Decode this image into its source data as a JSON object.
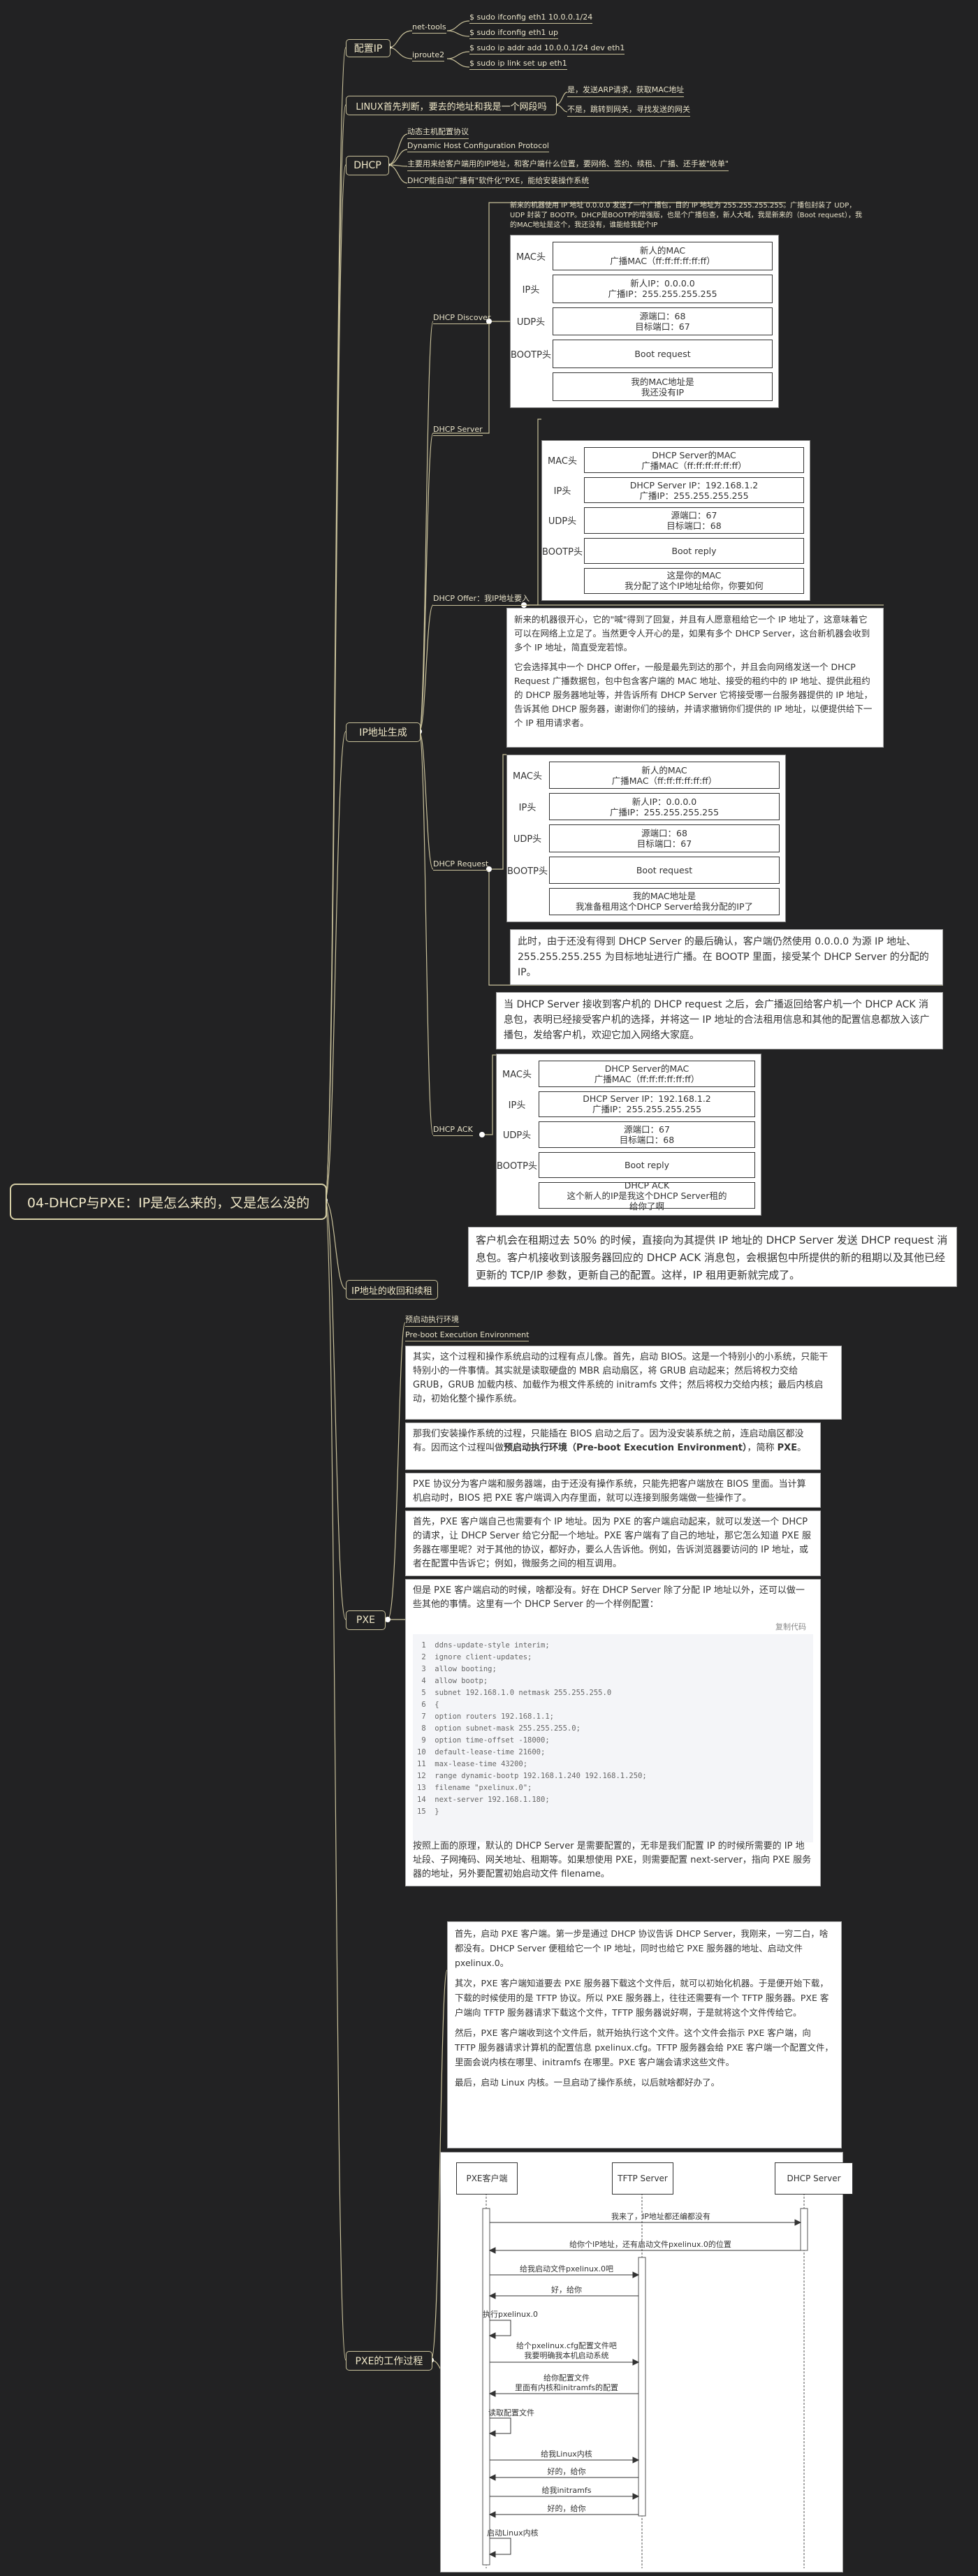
{
  "root": "04-DHCP与PXE：IP是怎么来的，又是怎么没的",
  "branches": {
    "config_ip": "配置IP",
    "linux_judge": "LINUX首先判断，要去的地址和我是一个网段吗",
    "dhcp": "DHCP",
    "ip_gen": "IP地址生成",
    "ip_recycle": "IP地址的收回和续租",
    "pxe": "PXE",
    "pxe_flow": "PXE的工作过程"
  },
  "config_ip": {
    "net_tools": "net-tools",
    "iproute2": "iproute2",
    "cmds": [
      "$ sudo ifconfig eth1 10.0.0.1/24",
      "$ sudo ifconfig eth1 up",
      "$ sudo ip addr add 10.0.0.1/24 dev eth1",
      "$ sudo ip link set up eth1"
    ]
  },
  "linux_judge_notes": [
    "是，发送ARP请求，获取MAC地址",
    "不是，跳转到网关，寻找发送的网关"
  ],
  "dhcp_notes": [
    "动态主机配置协议",
    "Dynamic Host Configuration Protocol",
    "主要用来给客户端用的IP地址，和客户端什么位置，要网络、签约、续租、广播、还手被\"收单\"",
    "DHCP能自动广播有\"软件化\"PXE，能给安装操作系统"
  ],
  "stages": {
    "discover": "DHCP Discover",
    "server": "DHCP Server",
    "offer": "DHCP Offer：我IP地址要入",
    "request": "DHCP Request",
    "ack": "DHCP ACK"
  },
  "discover_note": "新来的机器使用 IP 地址 0.0.0.0 发送了一个广播包，目的 IP 地址为 255.255.255.255。广播包封装了 UDP，UDP 封装了 BOOTP。DHCP是BOOTP的增强版，也是个广播包查，新人大喊，我是新来的（Boot request），我的MAC地址是这个，我还没有，谁能给我配个IP",
  "packets": {
    "discover": [
      {
        "label": "MAC头",
        "lines": [
          "新人的MAC",
          "广播MAC（ff:ff:ff:ff:ff:ff）"
        ]
      },
      {
        "label": "IP头",
        "lines": [
          "新人IP：0.0.0.0",
          "广播IP：255.255.255.255"
        ]
      },
      {
        "label": "UDP头",
        "lines": [
          "源端口：68",
          "目标端口：67"
        ]
      },
      {
        "label": "BOOTP头",
        "lines": [
          "Boot request"
        ]
      },
      {
        "label": "",
        "lines": [
          "我的MAC地址是",
          "我还没有IP"
        ]
      }
    ],
    "offer": [
      {
        "label": "MAC头",
        "lines": [
          "DHCP Server的MAC",
          "广播MAC（ff:ff:ff:ff:ff:ff）"
        ]
      },
      {
        "label": "IP头",
        "lines": [
          "DHCP Server IP：192.168.1.2",
          "广播IP：255.255.255.255"
        ]
      },
      {
        "label": "UDP头",
        "lines": [
          "源端口：67",
          "目标端口：68"
        ]
      },
      {
        "label": "BOOTP头",
        "lines": [
          "Boot reply"
        ]
      },
      {
        "label": "",
        "lines": [
          "这是你的MAC",
          "我分配了这个IP地址给你，你要如何"
        ]
      }
    ],
    "request": [
      {
        "label": "MAC头",
        "lines": [
          "新人的MAC",
          "广播MAC（ff:ff:ff:ff:ff:ff）"
        ]
      },
      {
        "label": "IP头",
        "lines": [
          "新人IP：0.0.0.0",
          "广播IP：255.255.255.255"
        ]
      },
      {
        "label": "UDP头",
        "lines": [
          "源端口：68",
          "目标端口：67"
        ]
      },
      {
        "label": "BOOTP头",
        "lines": [
          "Boot request"
        ]
      },
      {
        "label": "",
        "lines": [
          "我的MAC地址是",
          "我准备租用这个DHCP Server给我分配的IP了"
        ]
      }
    ],
    "ack": [
      {
        "label": "MAC头",
        "lines": [
          "DHCP Server的MAC",
          "广播MAC（ff:ff:ff:ff:ff:ff）"
        ]
      },
      {
        "label": "IP头",
        "lines": [
          "DHCP Server IP：192.168.1.2",
          "广播IP：255.255.255.255"
        ]
      },
      {
        "label": "UDP头",
        "lines": [
          "源端口：67",
          "目标端口：68"
        ]
      },
      {
        "label": "BOOTP头",
        "lines": [
          "Boot reply"
        ]
      },
      {
        "label": "",
        "lines": [
          "DHCP ACK",
          "这个新人的IP是我这个DHCP Server租的",
          "给你了啊"
        ]
      }
    ]
  },
  "offer_text": [
    "新来的机器很开心，它的\"喊\"得到了回复，并且有人愿意租给它一个 IP 地址了，这意味着它可以在网络上立足了。当然更令人开心的是，如果有多个 DHCP Server，这台新机器会收到多个 IP 地址，简直受宠若惊。",
    "它会选择其中一个 DHCP Offer，一般是最先到达的那个，并且会向网络发送一个 DHCP Request 广播数据包，包中包含客户端的 MAC 地址、接受的租约中的 IP 地址、提供此租约的 DHCP 服务器地址等，并告诉所有 DHCP Server 它将接受哪一台服务器提供的 IP 地址，告诉其他 DHCP 服务器，谢谢你们的接纳，并请求撤销你们提供的 IP 地址，以便提供给下一个 IP 租用请求者。"
  ],
  "request_text": "此时，由于还没有得到 DHCP Server 的最后确认，客户端仍然使用 0.0.0.0 为源 IP 地址、255.255.255.255 为目标地址进行广播。在 BOOTP 里面，接受某个 DHCP Server 的分配的 IP。",
  "ack_text": "当 DHCP Server 接收到客户机的 DHCP request 之后，会广播返回给客户机一个 DHCP ACK 消息包，表明已经接受客户机的选择，并将这一 IP 地址的合法租用信息和其他的配置信息都放入该广播包，发给客户机，欢迎它加入网络大家庭。",
  "recycle_text": "客户机会在租期过去 50% 的时候，直接向为其提供 IP 地址的 DHCP Server 发送 DHCP request 消息包。客户机接收到该服务器回应的 DHCP ACK 消息包，会根据包中所提供的新的租期以及其他已经更新的 TCP/IP 参数，更新自己的配置。这样，IP 租用更新就完成了。",
  "pxe_labels": [
    "预启动执行环境",
    "Pre-boot Execution Environment"
  ],
  "pxe_texts": [
    "其实，这个过程和操作系统启动的过程有点儿像。首先，启动 BIOS。这是一个特别小的小系统，只能干特别小的一件事情。其实就是读取硬盘的 MBR 启动扇区，将 GRUB 启动起来；然后将权力交给 GRUB，GRUB 加载内核、加载作为根文件系统的 initramfs 文件；然后将权力交给内核；最后内核启动，初始化整个操作系统。",
    "那我们安装操作系统的过程，只能插在 BIOS 启动之后了。因为没安装系统之前，连启动扇区都没有。因而这个过程叫做预启动执行环境（Pre-boot Execution Environment），简称 PXE。",
    "PXE 协议分为客户端和服务器端，由于还没有操作系统，只能先把客户端放在 BIOS 里面。当计算机启动时，BIOS 把 PXE 客户端调入内存里面，就可以连接到服务端做一些操作了。",
    "首先，PXE 客户端自己也需要有个 IP 地址。因为 PXE 的客户端启动起来，就可以发送一个 DHCP 的请求，让 DHCP Server 给它分配一个地址。PXE 客户端有了自己的地址，那它怎么知道 PXE 服务器在哪里呢？对于其他的协议，都好办，要么人告诉他。例如，告诉浏览器要访问的 IP 地址，或者在配置中告诉它；例如，微服务之间的相互调用。",
    "但是 PXE 客户端启动的时候，啥都没有。好在 DHCP Server 除了分配 IP 地址以外，还可以做一些其他的事情。这里有一个 DHCP Server 的一个样例配置："
  ],
  "copy_label": "复制代码",
  "code_lines": [
    "ddns-update-style interim;",
    "ignore client-updates;",
    "allow booting;",
    "allow bootp;",
    "subnet 192.168.1.0 netmask 255.255.255.0",
    "{",
    "option routers 192.168.1.1;",
    "option subnet-mask 255.255.255.0;",
    "option time-offset -18000;",
    "default-lease-time 21600;",
    "max-lease-time 43200;",
    "range dynamic-bootp 192.168.1.240 192.168.1.250;",
    "filename \"pxelinux.0\";",
    "next-server 192.168.1.180;",
    "}"
  ],
  "pxe_after_code": "按照上面的原理，默认的 DHCP Server 是需要配置的，无非是我们配置 IP 的时候所需要的 IP 地址段、子网掩码、网关地址、租期等。如果想使用 PXE，则需要配置 next-server，指向 PXE 服务器的地址，另外要配置初始启动文件 filename。",
  "flow_texts": [
    "首先，启动 PXE 客户端。第一步是通过 DHCP 协议告诉 DHCP Server，我刚来，一穷二白，啥都没有。DHCP Server 便租给它一个 IP 地址，同时也给它 PXE 服务器的地址、启动文件 pxelinux.0。",
    "其次，PXE 客户端知道要去 PXE 服务器下载这个文件后，就可以初始化机器。于是便开始下载，下载的时候使用的是 TFTP 协议。所以 PXE 服务器上，往往还需要有一个 TFTP 服务器。PXE 客户端向 TFTP 服务器请求下载这个文件，TFTP 服务器说好啊，于是就将这个文件传给它。",
    "然后，PXE 客户端收到这个文件后，就开始执行这个文件。这个文件会指示 PXE 客户端，向 TFTP 服务器请求计算机的配置信息 pxelinux.cfg。TFTP 服务器会给 PXE 客户端一个配置文件，里面会说内核在哪里、initramfs 在哪里。PXE 客户端会请求这些文件。",
    "最后，启动 Linux 内核。一旦启动了操作系统，以后就啥都好办了。"
  ],
  "seq": {
    "actors": [
      "PXE客户端",
      "TFTP Server",
      "DHCP Server"
    ],
    "messages": [
      "我来了，IP地址都还编都没有",
      "给你个IP地址，还有启动文件pxelinux.0的位置",
      "给我启动文件pxelinux.0吧",
      "好，给你",
      "执行pxelinux.0",
      "给个pxelinux.cfg配置文件吧\n我要明确我本机启动系统",
      "给你配置文件\n里面有内核和initramfs的配置",
      "读取配置文件",
      "给我Linux内核",
      "好的，给你",
      "给我initramfs",
      "好的，给你",
      "启动Linux内核"
    ]
  }
}
